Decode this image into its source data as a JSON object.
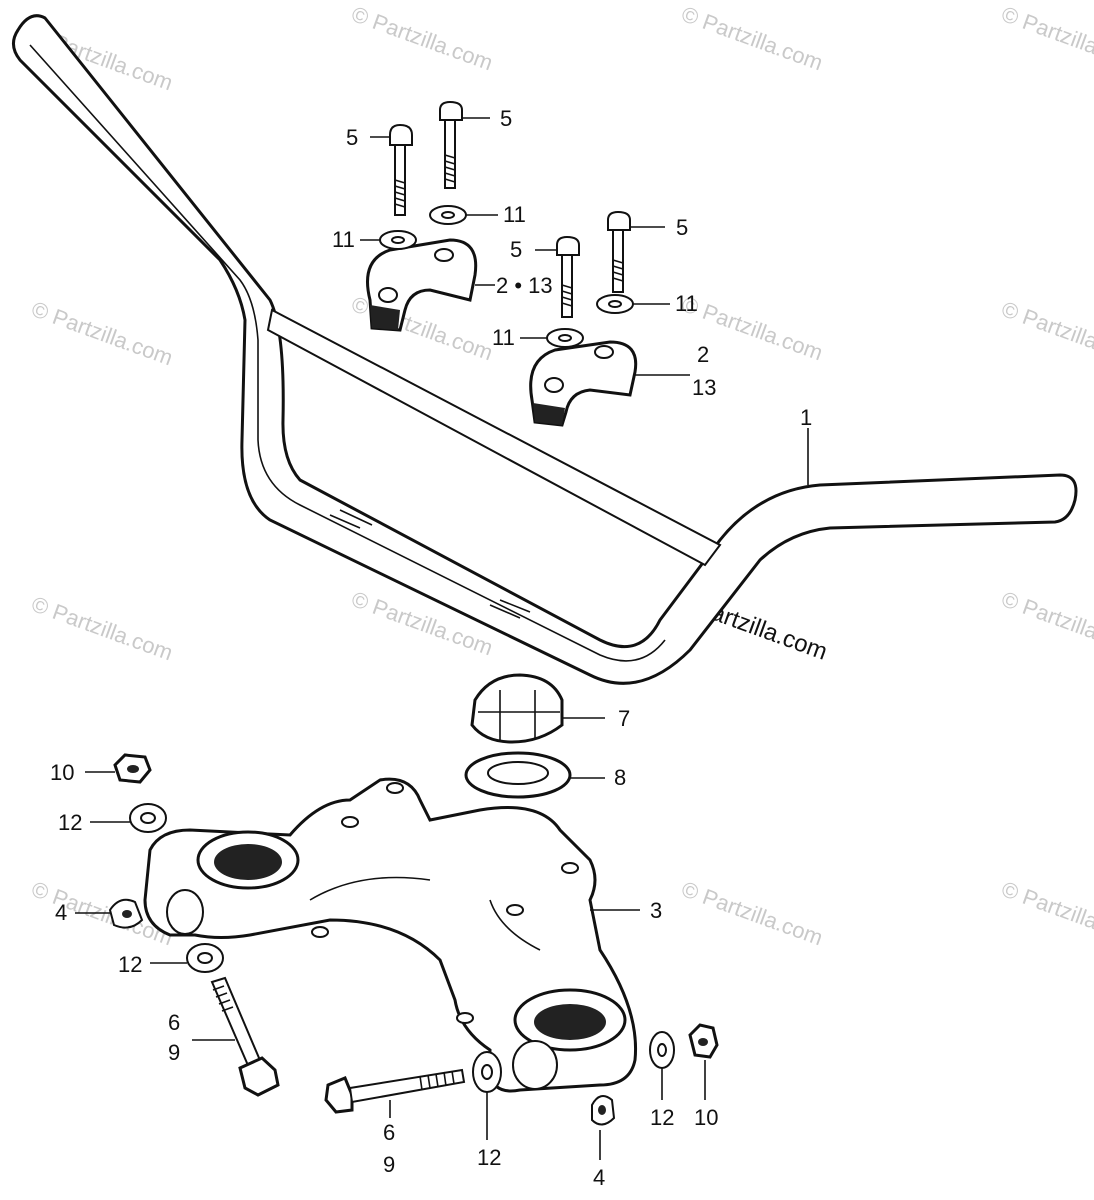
{
  "watermark": {
    "text": "© Partzilla.com",
    "main_text": "©Partzilla.com"
  },
  "labels": {
    "p1": "1",
    "p2_13_top": "2 • 13",
    "p2": "2",
    "p13": "13",
    "p3": "3",
    "p4_left": "4",
    "p4_bottom": "4",
    "p5_a": "5",
    "p5_b": "5",
    "p5_c": "5",
    "p5_d": "5",
    "p6_left": "6",
    "p9_left": "9",
    "p6_bottom": "6",
    "p9_bottom": "9",
    "p7": "7",
    "p8": "8",
    "p10_left": "10",
    "p10_right": "10",
    "p11_a": "11",
    "p11_b": "11",
    "p11_c": "11",
    "p11_d": "11",
    "p12_a": "12",
    "p12_b": "12",
    "p12_c": "12",
    "p12_d": "12"
  }
}
